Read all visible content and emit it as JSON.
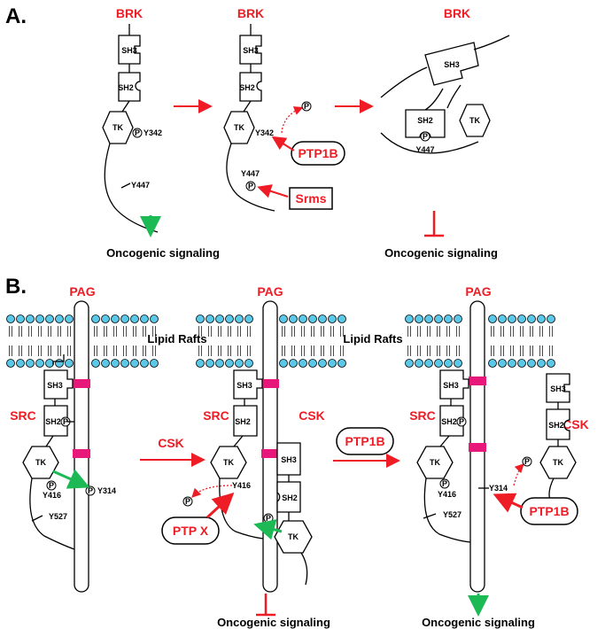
{
  "panels": {
    "a": {
      "letter": "A."
    },
    "b": {
      "letter": "B."
    }
  },
  "proteins": {
    "brk": "BRK",
    "pag": "PAG",
    "src": "SRC",
    "csk": "CSK",
    "ptp1b": "PTP1B",
    "srms": "Srms",
    "ptpx": "PTP X"
  },
  "domains": {
    "sh3": "SH3",
    "sh2": "SH2",
    "tk": "TK"
  },
  "sites": {
    "y342": "Y342",
    "y447": "Y447",
    "y416": "Y416",
    "y314": "Y314",
    "y527": "Y527",
    "p": "P"
  },
  "labels": {
    "lipid_rafts": "Lipid Rafts",
    "oncogenic": "Oncogenic signaling"
  },
  "colors": {
    "red": "#ee1c24",
    "green": "#1db954",
    "lipid": "#5bc8e8",
    "membrane_protein": "#e8177a",
    "black": "#000000"
  },
  "icons": {
    "activation": "green-arrow-icon",
    "inhibition": "red-t-bar-icon",
    "phosphate": "phosphate-circle-icon",
    "membrane": "lipid-bilayer-icon"
  }
}
